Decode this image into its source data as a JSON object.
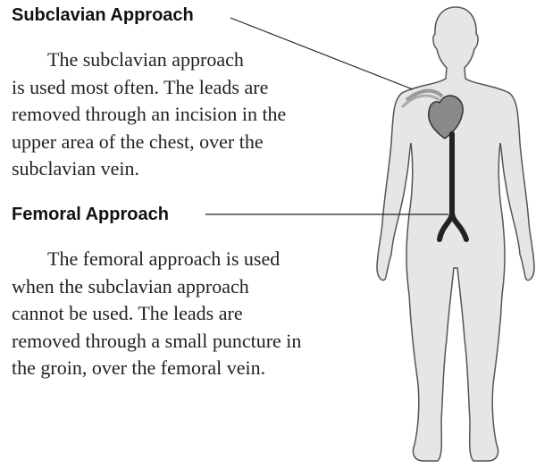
{
  "subclavian": {
    "heading": "Subclavian Approach",
    "lines": [
      "The subclavian approach",
      "is used most often. The leads are",
      "removed through an incision in the",
      "upper area of the chest, over the",
      "subclavian vein."
    ]
  },
  "femoral": {
    "heading": "Femoral Approach",
    "lines": [
      "The femoral approach is used",
      "when the subclavian approach",
      "cannot be used. The leads are",
      "removed through a small puncture in",
      "the groin, over the femoral vein."
    ]
  },
  "colors": {
    "body_fill": "#e6e6e6",
    "outline": "#555555",
    "vein": "#222222",
    "heart": "#8a8a8a"
  }
}
